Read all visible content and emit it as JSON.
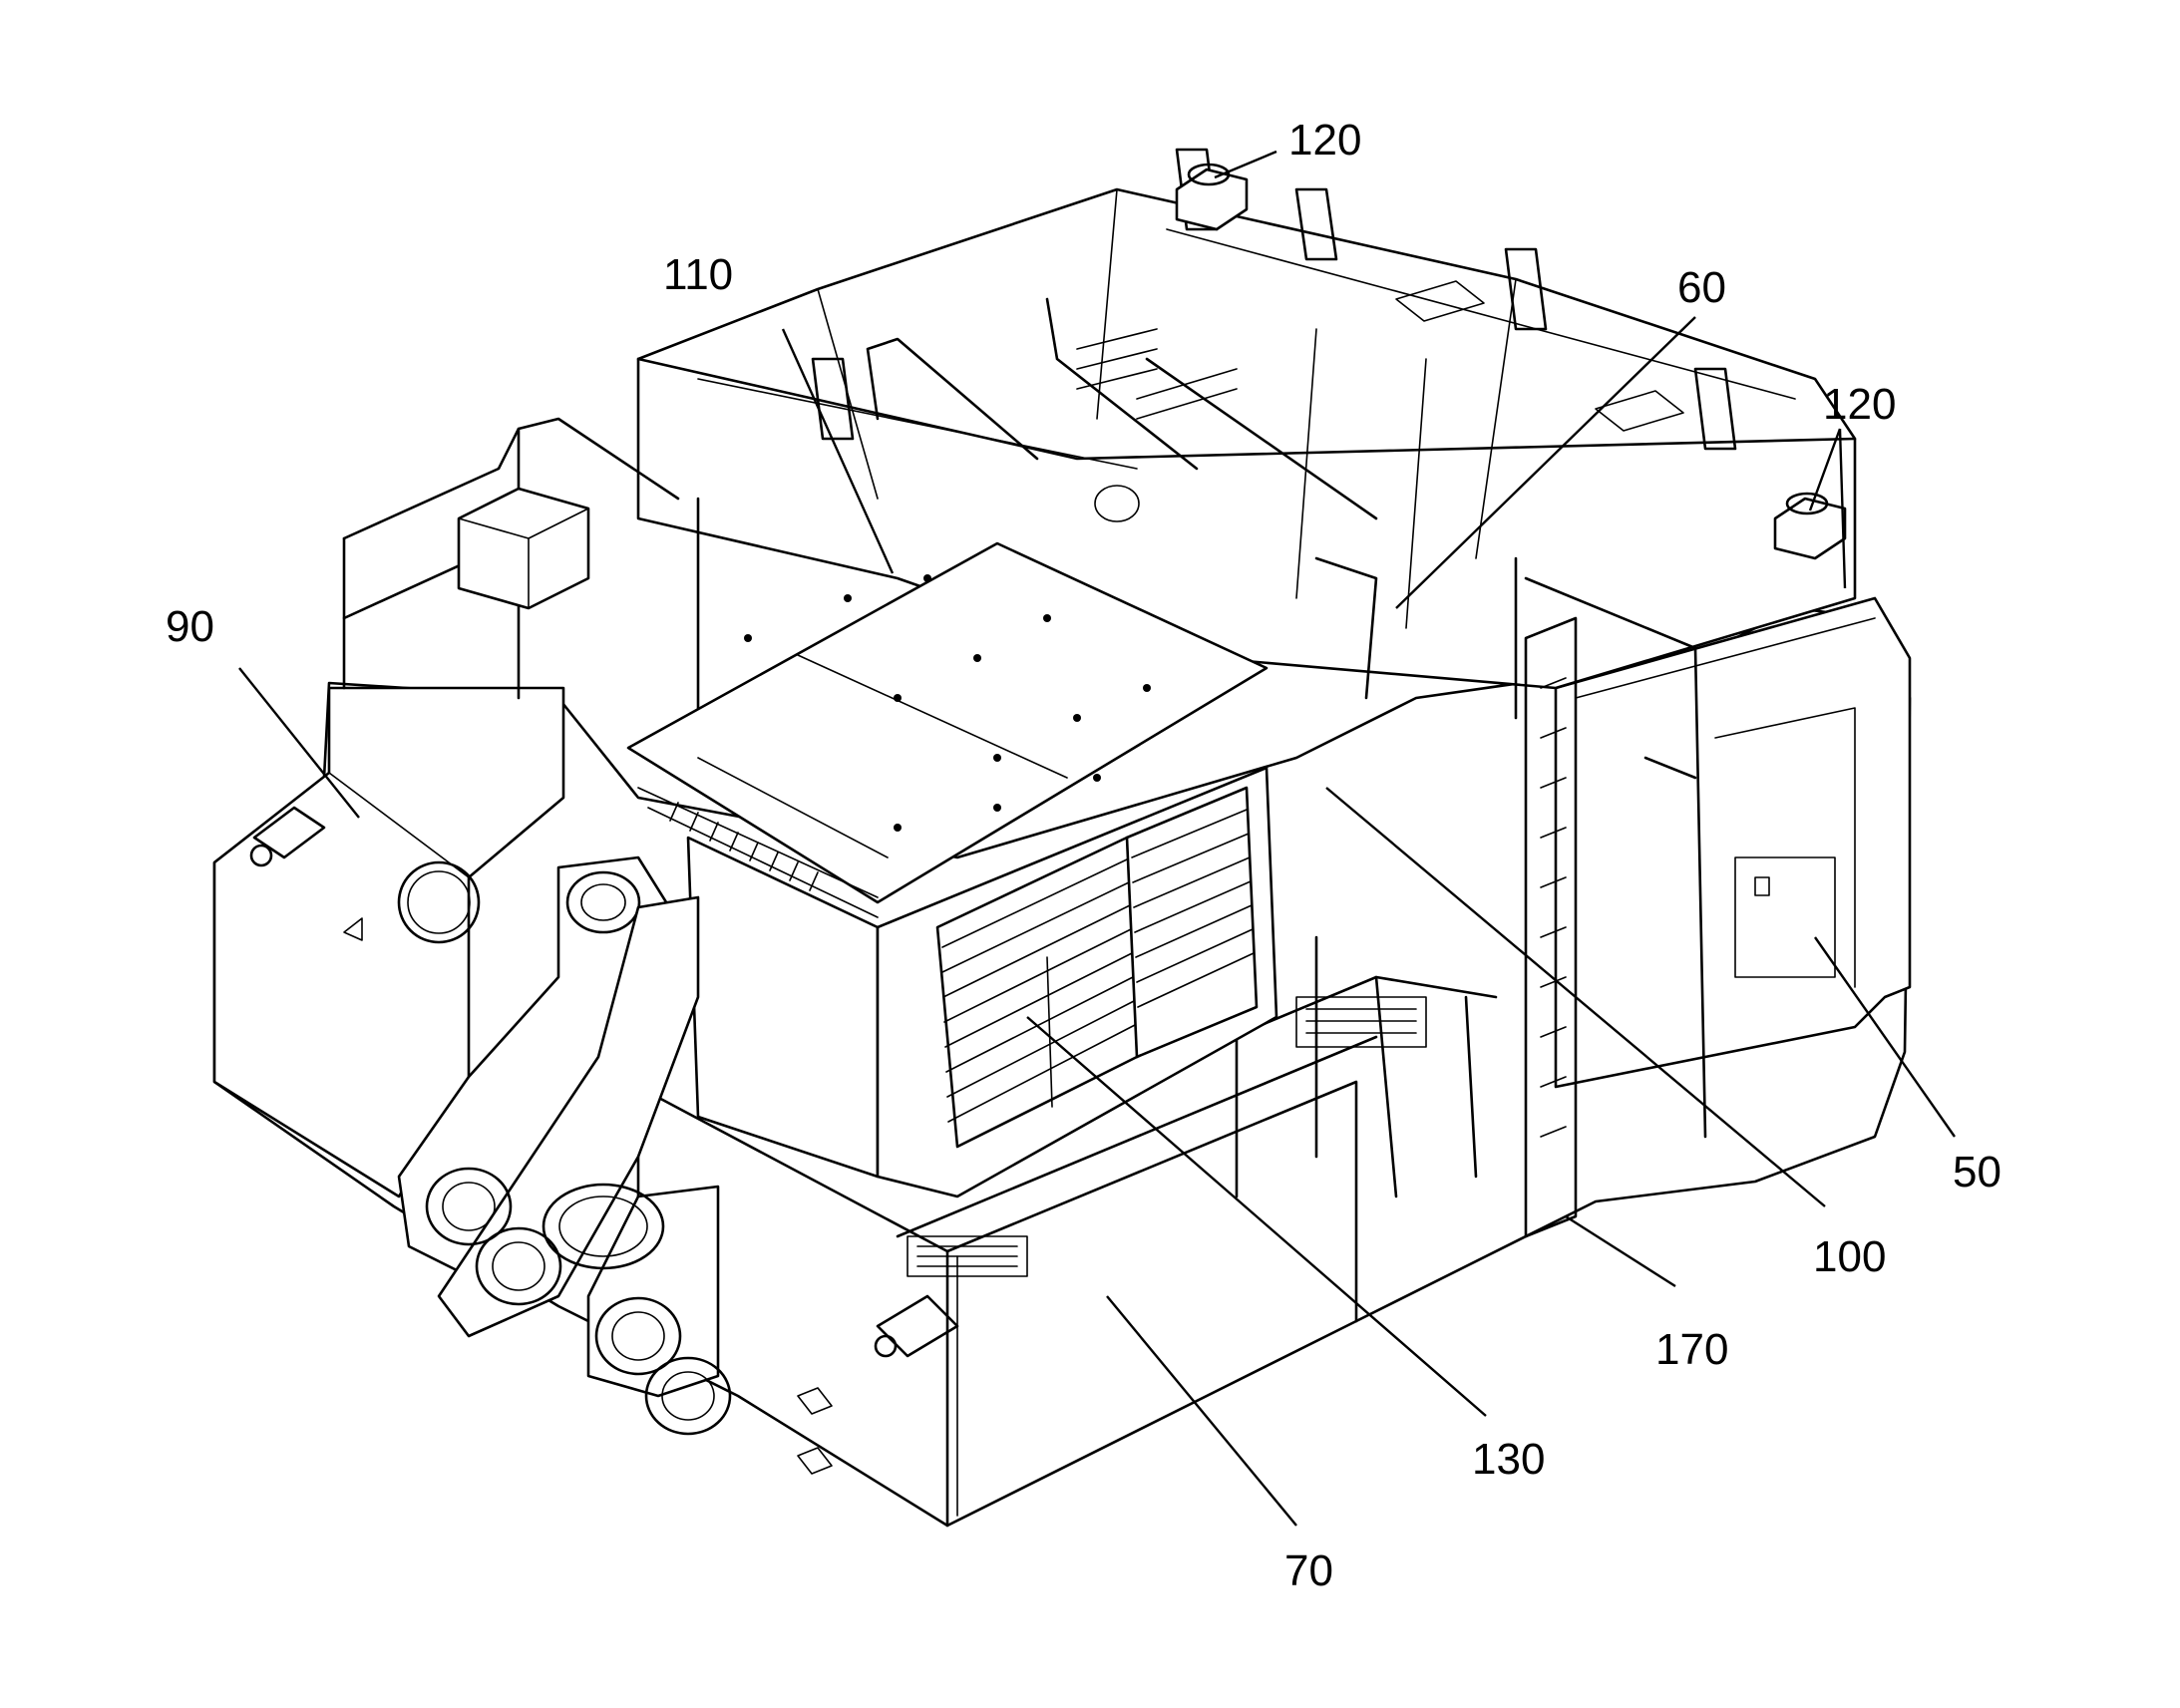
{
  "figure": {
    "labels": {
      "l50": "50",
      "l60": "60",
      "l70": "70",
      "l90": "90",
      "l100": "100",
      "l110": "110",
      "l120_top": "120",
      "l120_right": "120",
      "l130": "130",
      "l170": "170"
    },
    "colors": {
      "line": "#000000",
      "background": "#ffffff"
    }
  }
}
